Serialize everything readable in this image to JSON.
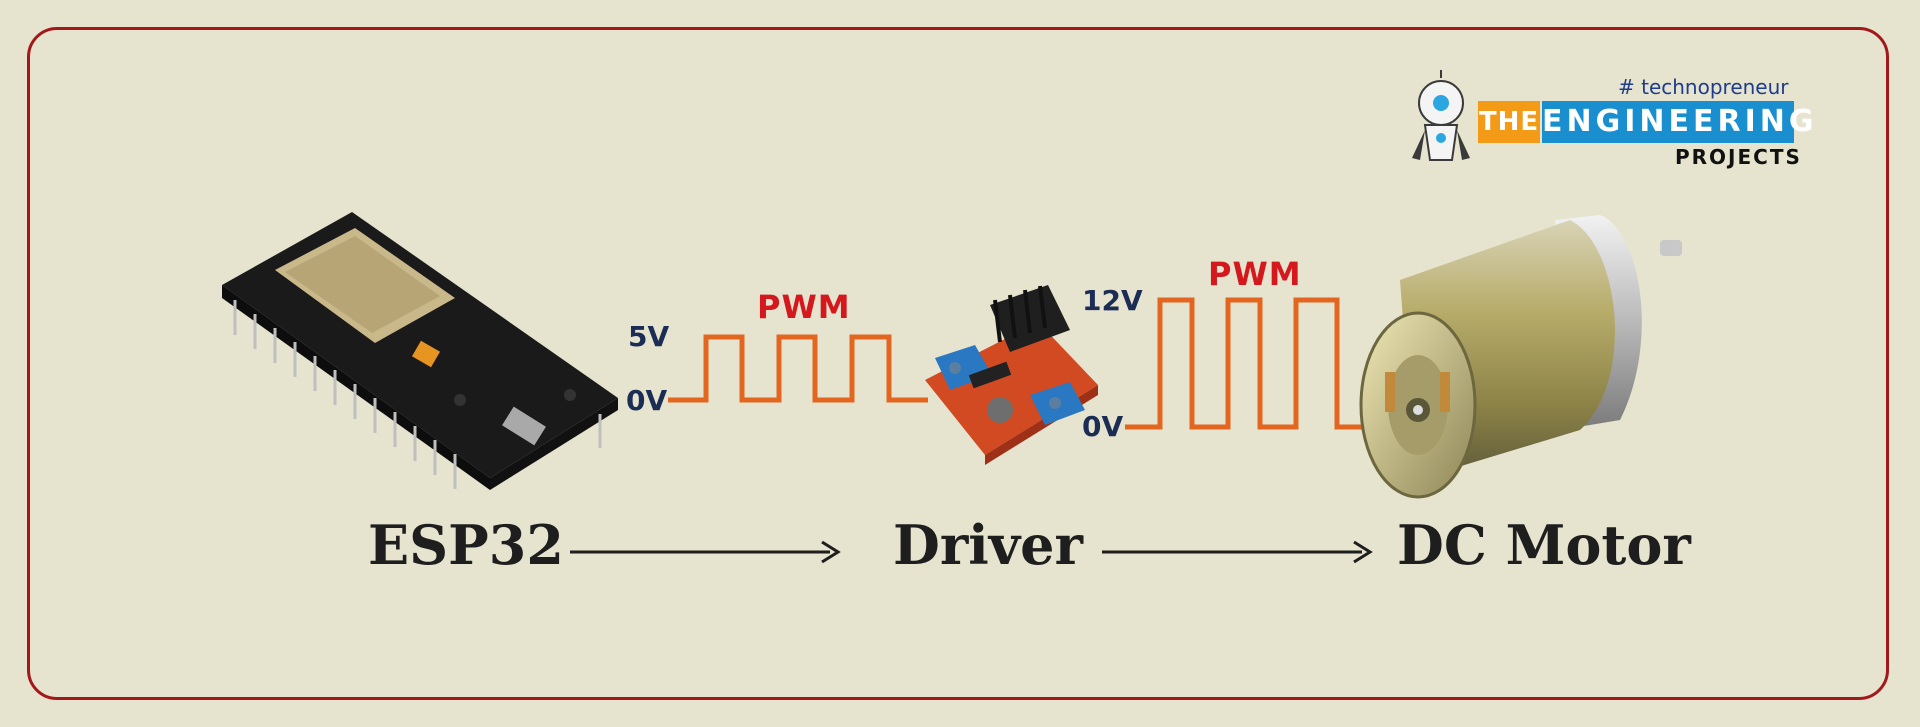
{
  "components": {
    "esp32": "ESP32",
    "driver": "Driver",
    "motor": "DC Motor"
  },
  "signal_in": {
    "high": "5V",
    "low": "0V",
    "label": "PWM"
  },
  "signal_out": {
    "high": "12V",
    "low": "0V",
    "label": "PWM"
  },
  "logo": {
    "hashtag": "# technopreneur",
    "the": "THE",
    "engineering": "ENGINEERING",
    "projects": "PROJECTS"
  },
  "colors": {
    "border": "#a3191b",
    "waveform": "#e2661f",
    "pwm_text": "#d4181d",
    "voltage_text": "#1b2d55",
    "logo_orange": "#f39b17",
    "logo_blue": "#1a8fd0"
  }
}
